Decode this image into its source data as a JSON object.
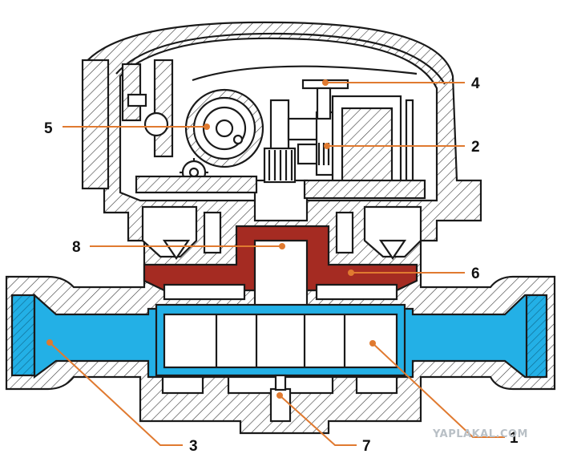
{
  "diagram": {
    "callouts": [
      {
        "id": "1",
        "label": "1"
      },
      {
        "id": "2",
        "label": "2"
      },
      {
        "id": "3",
        "label": "3"
      },
      {
        "id": "4",
        "label": "4"
      },
      {
        "id": "5",
        "label": "5"
      },
      {
        "id": "6",
        "label": "6"
      },
      {
        "id": "7",
        "label": "7"
      },
      {
        "id": "8",
        "label": "8"
      }
    ],
    "watermark": "YAPLAKAL.COM"
  },
  "colors": {
    "water": "#23b0e6",
    "impeller_housing": "#a52b22",
    "leader": "#e07a30",
    "outline": "#1a1a1a",
    "hatch": "#3a3a3a"
  }
}
